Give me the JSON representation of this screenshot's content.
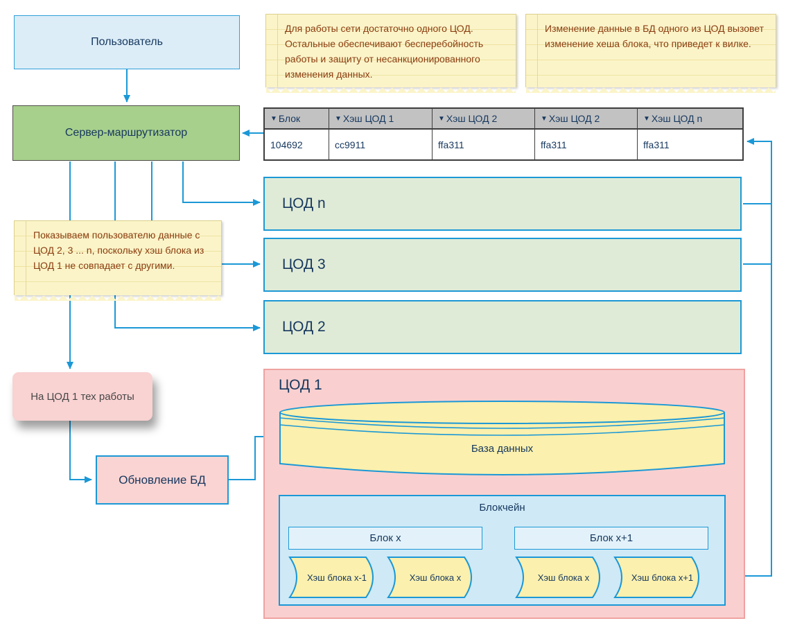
{
  "nodes": {
    "user": "Пользователь",
    "server": "Сервер-маршрутизатор",
    "dc_n": "ЦОД n",
    "dc_3": "ЦОД 3",
    "dc_2": "ЦОД 2",
    "dc_1": "ЦОД 1",
    "maintenance": "На ЦОД 1 тех работы",
    "db_update": "Обновление БД",
    "database": "База данных",
    "blockchain": "Блокчейн",
    "block_x": "Блок x",
    "block_x_plus_1": "Блок x+1"
  },
  "hashes": [
    "Хэш блока x-1",
    "Хэш блока x",
    "Хэш блока x",
    "Хэш блока x+1"
  ],
  "notes": {
    "network": "Для работы сети достаточно одного ЦОД. Остальные обеспечивают бесперебойность работы и защиту от несанкционированного изменения данных.",
    "fork": "Изменение данные в БД одного из ЦОД вызовет изменение хеша блока, что приведет к вилке.",
    "show_user": "Показываем пользователю данные с ЦОД 2, 3 ... n, поскольку хэш блока из ЦОД 1 не совпадает с другими."
  },
  "table": {
    "sort_icon": "▼",
    "headers": [
      "Блок",
      "Хэш ЦОД 1",
      "Хэш ЦОД 2",
      "Хэш ЦОД 2",
      "Хэш ЦОД n"
    ],
    "rows": [
      [
        "104692",
        "cc9911",
        "ffa311",
        "ffa311",
        "ffa311"
      ]
    ]
  },
  "colors": {
    "connector_blue": "#1b98d6",
    "navy_text": "#16375e",
    "server_green": "#a7d08c",
    "dc_green": "#e0ebd7",
    "note_yellow": "#fbf4c9",
    "cylinder_yellow": "#fbf0ad",
    "pink_container": "#f9d0cf",
    "light_blue": "#dcedf8",
    "table_header_gray": "#c2c2c2",
    "note_text_brown": "#8a3c10"
  }
}
